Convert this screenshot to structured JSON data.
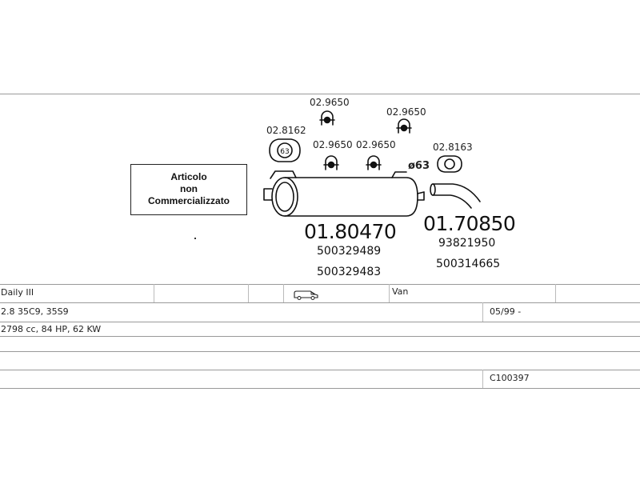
{
  "parts": {
    "clamp_top_left": "02.9650",
    "clamp_top_right": "02.9650",
    "gasket_left": "02.8162",
    "gasket_left_size": "63",
    "clamp_mid_left": "02.9650",
    "clamp_mid_right": "02.9650",
    "gasket_right": "02.8163",
    "pipe_diameter": "ø63"
  },
  "notice": {
    "line1": "Articolo",
    "line2": "non",
    "line3": "Commercializzato"
  },
  "silencer": {
    "code": "01.80470",
    "oem1": "500329489",
    "oem2": "500329483"
  },
  "tailpipe": {
    "code": "01.70850",
    "oem1": "93821950",
    "oem2": "500314665"
  },
  "vehicle": {
    "model": "Daily III",
    "body_type": "Van",
    "variant": "2.8 35C9, 35S9",
    "date": "05/99 -",
    "engine": "2798 cc, 84 HP, 62 KW",
    "ref": "C100397"
  },
  "icons": {
    "van": "van-icon",
    "clamp": "u-bolt-clamp-icon",
    "gasket": "flange-gasket-icon"
  }
}
